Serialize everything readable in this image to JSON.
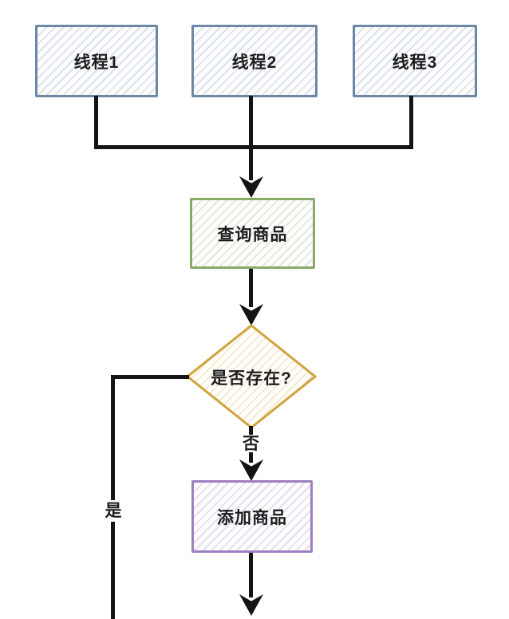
{
  "flowchart": {
    "background": "#ffffff",
    "connector_color": "#141414",
    "nodes": {
      "thread1": {
        "label": "线程1",
        "shape": "rectangle",
        "border_color": "#6d87a8",
        "hatch_color": "#c9d7e8"
      },
      "thread2": {
        "label": "线程2",
        "shape": "rectangle",
        "border_color": "#6d87a8",
        "hatch_color": "#c9d7e8"
      },
      "thread3": {
        "label": "线程3",
        "shape": "rectangle",
        "border_color": "#6d87a8",
        "hatch_color": "#c9d7e8"
      },
      "query_product": {
        "label": "查询商品",
        "shape": "rectangle",
        "border_color": "#8aab68",
        "hatch_color": "#d4e4c4"
      },
      "exists_decision": {
        "label": "是否存在?",
        "shape": "diamond",
        "border_color": "#d0a43c",
        "hatch_color": "#e7d3a8"
      },
      "add_product": {
        "label": "添加商品",
        "shape": "rectangle",
        "border_color": "#9e7fc1",
        "hatch_color": "#ddcfe9"
      }
    },
    "edge_labels": {
      "no": "否",
      "yes": "是"
    }
  }
}
